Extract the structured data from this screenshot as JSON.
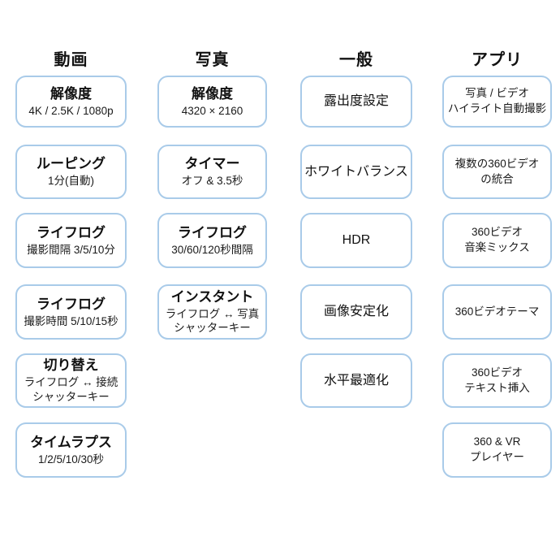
{
  "colors": {
    "box_border": "#a9cbe9",
    "text": "#1a1a1a",
    "background": "#ffffff"
  },
  "columns": [
    {
      "id": "video",
      "header": "動画",
      "boxes": [
        {
          "lines": [
            {
              "text": "解像度",
              "style": "title"
            },
            {
              "text": "4K / 2.5K / 1080p",
              "style": "sub"
            }
          ]
        },
        {
          "lines": [
            {
              "text": "ルーピング",
              "style": "title"
            },
            {
              "text": "1分(自動)",
              "style": "sub"
            }
          ]
        },
        {
          "lines": [
            {
              "text": "ライフログ",
              "style": "title"
            },
            {
              "text": "撮影間隔 3/5/10分",
              "style": "sub"
            }
          ]
        },
        {
          "lines": [
            {
              "text": "ライフログ",
              "style": "title"
            },
            {
              "text": "撮影時間 5/10/15秒",
              "style": "sub"
            }
          ]
        },
        {
          "lines": [
            {
              "text": "切り替え",
              "style": "title"
            },
            {
              "text": "ライフログ ↔ 接続",
              "style": "sub"
            },
            {
              "text": "シャッターキー",
              "style": "sub"
            }
          ]
        },
        {
          "lines": [
            {
              "text": "タイムラプス",
              "style": "title"
            },
            {
              "text": "1/2/5/10/30秒",
              "style": "sub"
            }
          ]
        }
      ]
    },
    {
      "id": "photo",
      "header": "写真",
      "boxes": [
        {
          "lines": [
            {
              "text": "解像度",
              "style": "title"
            },
            {
              "text": "4320 × 2160",
              "style": "sub"
            }
          ]
        },
        {
          "lines": [
            {
              "text": "タイマー",
              "style": "title"
            },
            {
              "text": "オフ & 3.5秒",
              "style": "sub"
            }
          ]
        },
        {
          "lines": [
            {
              "text": "ライフログ",
              "style": "title"
            },
            {
              "text": "30/60/120秒間隔",
              "style": "sub"
            }
          ]
        },
        {
          "lines": [
            {
              "text": "インスタント",
              "style": "title"
            },
            {
              "text": "ライフログ ↔ 写真",
              "style": "sub"
            },
            {
              "text": "シャッターキー",
              "style": "sub"
            }
          ]
        }
      ]
    },
    {
      "id": "general",
      "header": "一般",
      "boxes": [
        {
          "lines": [
            {
              "text": "露出度設定",
              "style": "plain"
            }
          ]
        },
        {
          "lines": [
            {
              "text": "ホワイトバランス",
              "style": "plain"
            }
          ]
        },
        {
          "lines": [
            {
              "text": "HDR",
              "style": "plain"
            }
          ]
        },
        {
          "lines": [
            {
              "text": "画像安定化",
              "style": "plain"
            }
          ]
        },
        {
          "lines": [
            {
              "text": "水平最適化",
              "style": "plain"
            }
          ]
        }
      ]
    },
    {
      "id": "app",
      "header": "アプリ",
      "boxes": [
        {
          "lines": [
            {
              "text": "写真 / ビデオ",
              "style": "small"
            },
            {
              "text": "ハイライト自動撮影",
              "style": "small"
            }
          ]
        },
        {
          "lines": [
            {
              "text": "複数の360ビデオ",
              "style": "small"
            },
            {
              "text": "の統合",
              "style": "small"
            }
          ]
        },
        {
          "lines": [
            {
              "text": "360ビデオ",
              "style": "small"
            },
            {
              "text": "音楽ミックス",
              "style": "small"
            }
          ]
        },
        {
          "lines": [
            {
              "text": "360ビデオテーマ",
              "style": "small"
            }
          ]
        },
        {
          "lines": [
            {
              "text": "360ビデオ",
              "style": "small"
            },
            {
              "text": "テキスト挿入",
              "style": "small"
            }
          ]
        },
        {
          "lines": [
            {
              "text": "360 & VR",
              "style": "small"
            },
            {
              "text": "プレイヤー",
              "style": "small"
            }
          ]
        }
      ]
    }
  ]
}
